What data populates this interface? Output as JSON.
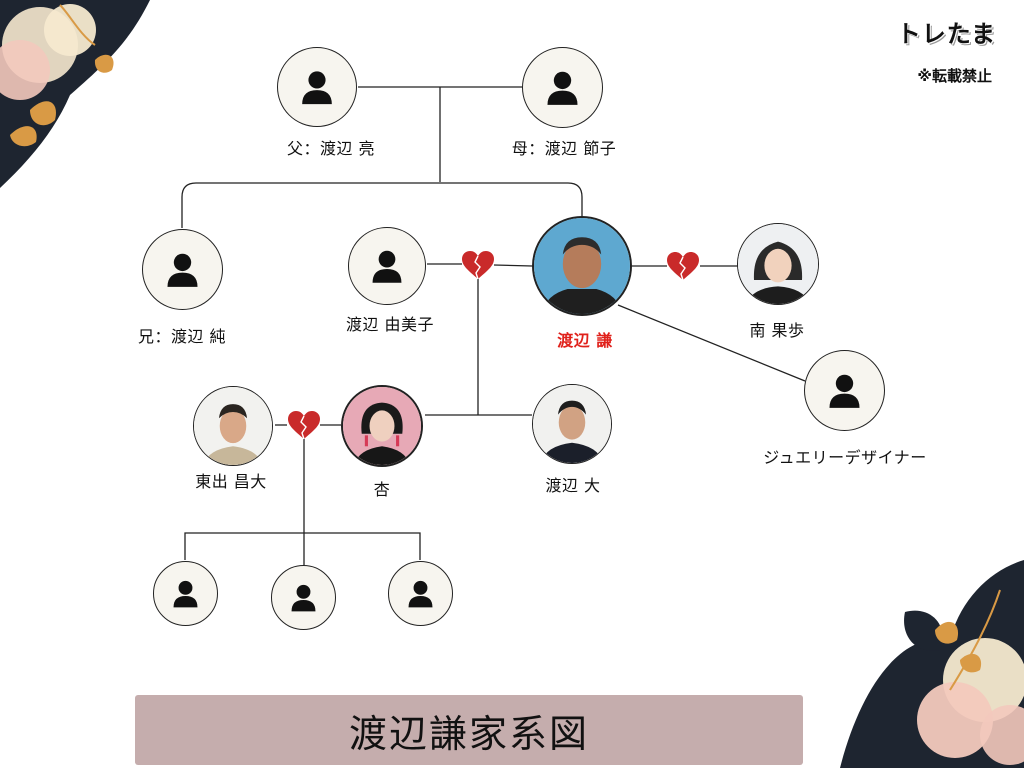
{
  "header": {
    "brand": "トレたま",
    "copyright": "※転載禁止"
  },
  "title": "渡辺謙家系図",
  "people": {
    "father": "父：渡辺 亮",
    "mother": "母：渡辺 節子",
    "brother": "兄：渡辺 純",
    "yumiko": "渡辺 由美子",
    "ken": "渡辺 謙",
    "minami": "南 果歩",
    "jeweler": "ジュエリーデザイナー",
    "higashide": "東出 昌大",
    "anne": "杏",
    "dai": "渡辺 大"
  },
  "colors": {
    "heart": "#c92a2a",
    "title_band": "#c5adad",
    "highlight": "#e0211b",
    "deco_dark": "#1e2530",
    "deco_gold": "#d99a45",
    "deco_pink": "#f3c9bd",
    "deco_cream": "#f6e9cf"
  },
  "icons": {
    "person": "person-silhouette-icon",
    "broken_heart": "broken-heart-icon"
  }
}
